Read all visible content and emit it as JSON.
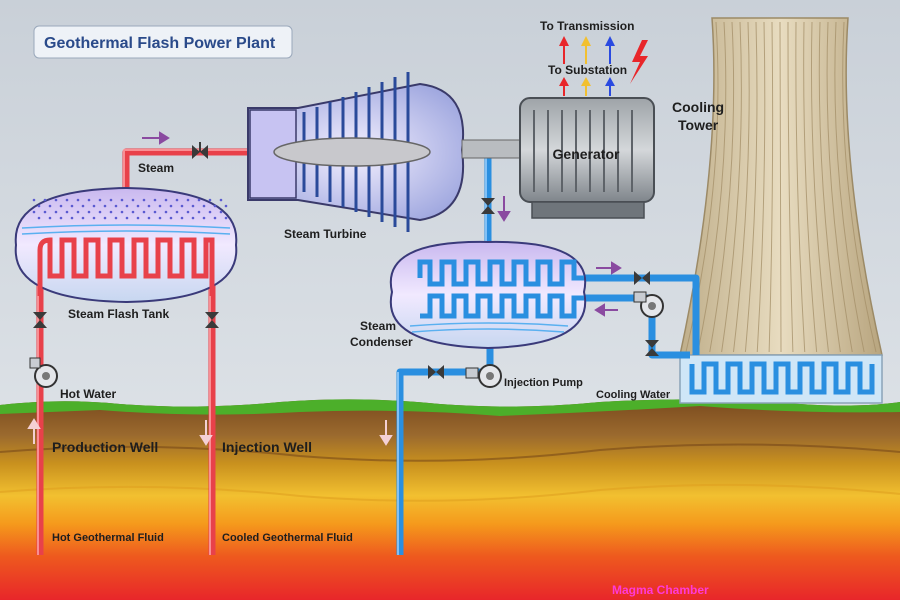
{
  "title": "Geothermal Flash Power Plant",
  "labels": {
    "steam": "Steam",
    "steam_turbine": "Steam Turbine",
    "generator": "Generator",
    "to_transmission": "To Transmission",
    "to_substation": "To Substation",
    "cooling_tower_1": "Cooling",
    "cooling_tower_2": "Tower",
    "steam_flash_tank": "Steam Flash Tank",
    "steam_condenser_1": "Steam",
    "steam_condenser_2": "Condenser",
    "hot_water": "Hot Water",
    "injection_pump": "Injection Pump",
    "cooling_water": "Cooling Water",
    "production_well": "Production Well",
    "injection_well": "Injection Well",
    "hot_geothermal_fluid": "Hot Geothermal Fluid",
    "cooled_geothermal_fluid": "Cooled Geothermal Fluid",
    "magma_chamber": "Magma Chamber"
  },
  "colors": {
    "hot_pipe": "#e8414a",
    "cold_pipe": "#2a8fe0",
    "flow_arrow": "#8a4aa0",
    "magma": "#e8262a",
    "tower": "#d8c9a8"
  }
}
